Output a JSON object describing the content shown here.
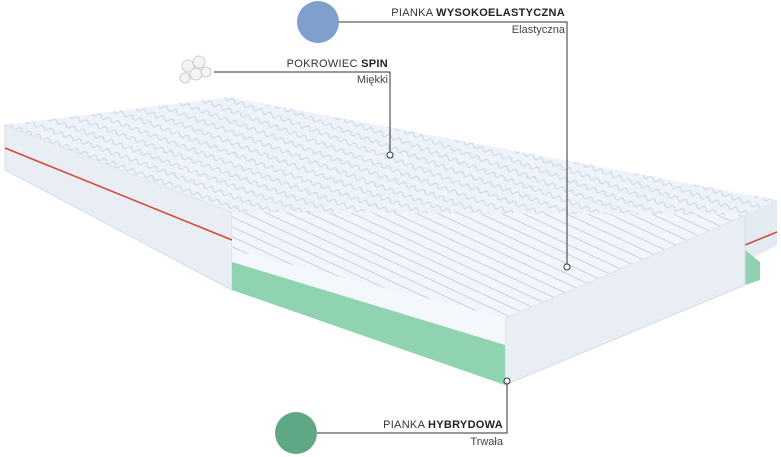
{
  "labels": {
    "top_layer": {
      "prefix": "PIANKA",
      "name": "WYSOKOELASTYCZNA",
      "property": "Elastyczna",
      "color": "#7f9fcc"
    },
    "cover": {
      "prefix": "POKROWIEC",
      "name": "SPIN",
      "property": "Miękki"
    },
    "bottom_layer": {
      "prefix": "PIANKA",
      "name": "HYBRYDOWA",
      "property": "Trwała",
      "color": "#5fa886"
    }
  }
}
